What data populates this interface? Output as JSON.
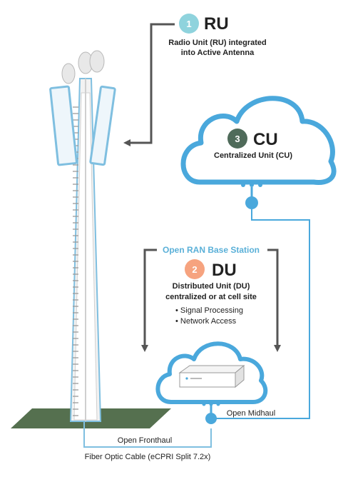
{
  "ru": {
    "number": "1",
    "title": "RU",
    "desc_line1": "Radio Unit (RU) integrated",
    "desc_line2": "into Active Antenna",
    "badge_color": "#8fd3dd"
  },
  "cu": {
    "number": "3",
    "title": "CU",
    "desc": "Centralized Unit (CU)",
    "badge_color": "#4f6b5a"
  },
  "base_station_label": "Open RAN Base Station",
  "du": {
    "number": "2",
    "title": "DU",
    "desc_line1": "Distributed Unit (DU)",
    "desc_line2": "centralized or at cell site",
    "bullets": [
      "Signal Processing",
      "Network Access"
    ],
    "badge_color": "#f6a37f"
  },
  "links": {
    "midhaul": "Open Midhaul",
    "fronthaul": "Open Fronthaul",
    "fiber": "Fiber Optic Cable (eCPRI Split 7.2x)"
  },
  "colors": {
    "cloud_stroke": "#4aa8dc",
    "tower_outline": "#7fbfe0",
    "arrow": "#555555",
    "label_accent": "#5ab0d8",
    "ground": "#55704f"
  }
}
